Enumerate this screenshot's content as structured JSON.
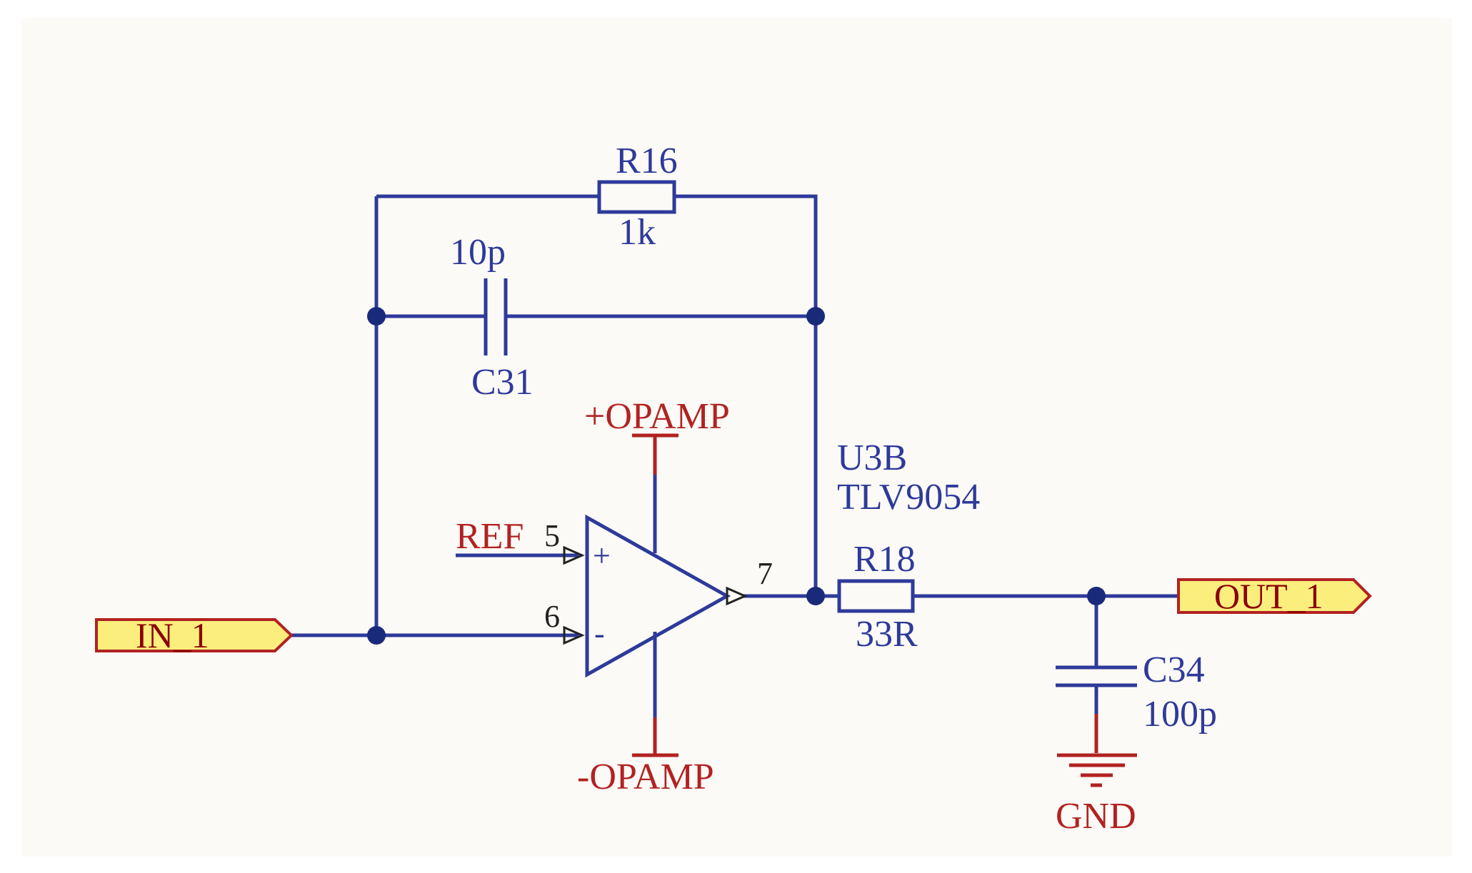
{
  "colors": {
    "background": "#fcfaf6",
    "wire": "#2e3a9a",
    "label": "#2e3a9a",
    "power_label": "#b22222",
    "port_fill": "#fbee7d",
    "port_stroke": "#b22222"
  },
  "ports": {
    "input": "IN_1",
    "output": "OUT_1"
  },
  "components": {
    "r16": {
      "designator": "R16",
      "value": "1k"
    },
    "c31": {
      "designator": "C31",
      "value": "10p"
    },
    "r18": {
      "designator": "R18",
      "value": "33R"
    },
    "c34": {
      "designator": "C34",
      "value": "100p"
    },
    "u3b": {
      "designator": "U3B",
      "part": "TLV9054"
    }
  },
  "nets": {
    "positive_supply": "+OPAMP",
    "negative_supply": "-OPAMP",
    "reference": "REF",
    "ground": "GND"
  },
  "pins": {
    "non_inverting": "5",
    "inverting": "6",
    "output": "7",
    "plus_sign": "+",
    "minus_sign": "-"
  }
}
